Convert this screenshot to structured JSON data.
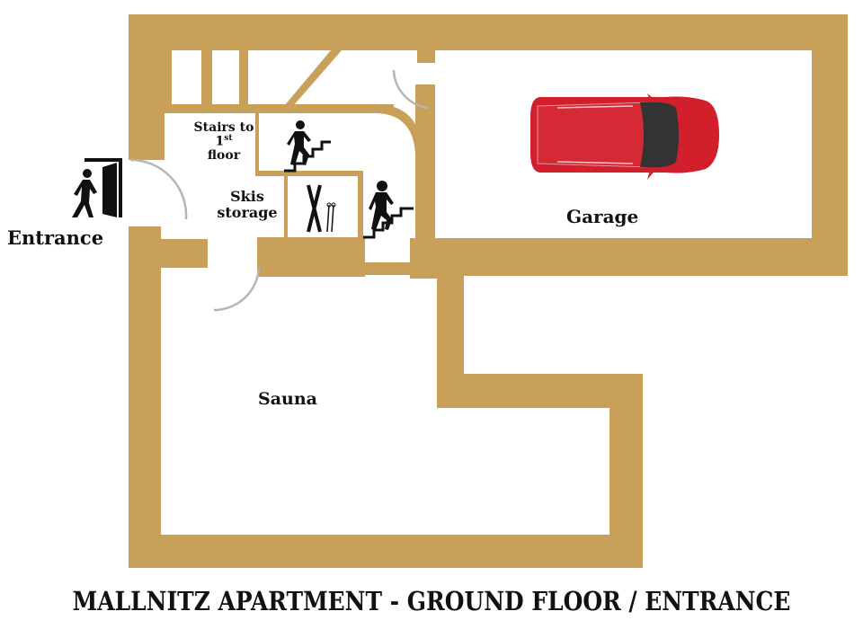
{
  "title": "MALLNITZ APARTMENT - GROUND FLOOR / ENTRANCE",
  "colors": {
    "wall": "#c8a05a",
    "background": "#ffffff",
    "door_swing": "#b5b5b5",
    "car_body": "#d11f2b",
    "car_glass": "#333333",
    "icon": "#111111"
  },
  "rooms": {
    "entrance": "Entrance",
    "stairs_line1": "Stairs to",
    "stairs_num": "1",
    "stairs_sup": "st",
    "stairs_line3": "floor",
    "skis_line1": "Skis",
    "skis_line2": "storage",
    "garage": "Garage",
    "sauna": "Sauna"
  },
  "icons": [
    "entrance-door-icon",
    "stairs-up-icon",
    "stairs-up-icon",
    "skis-poles-icon",
    "car-top-view-icon"
  ]
}
